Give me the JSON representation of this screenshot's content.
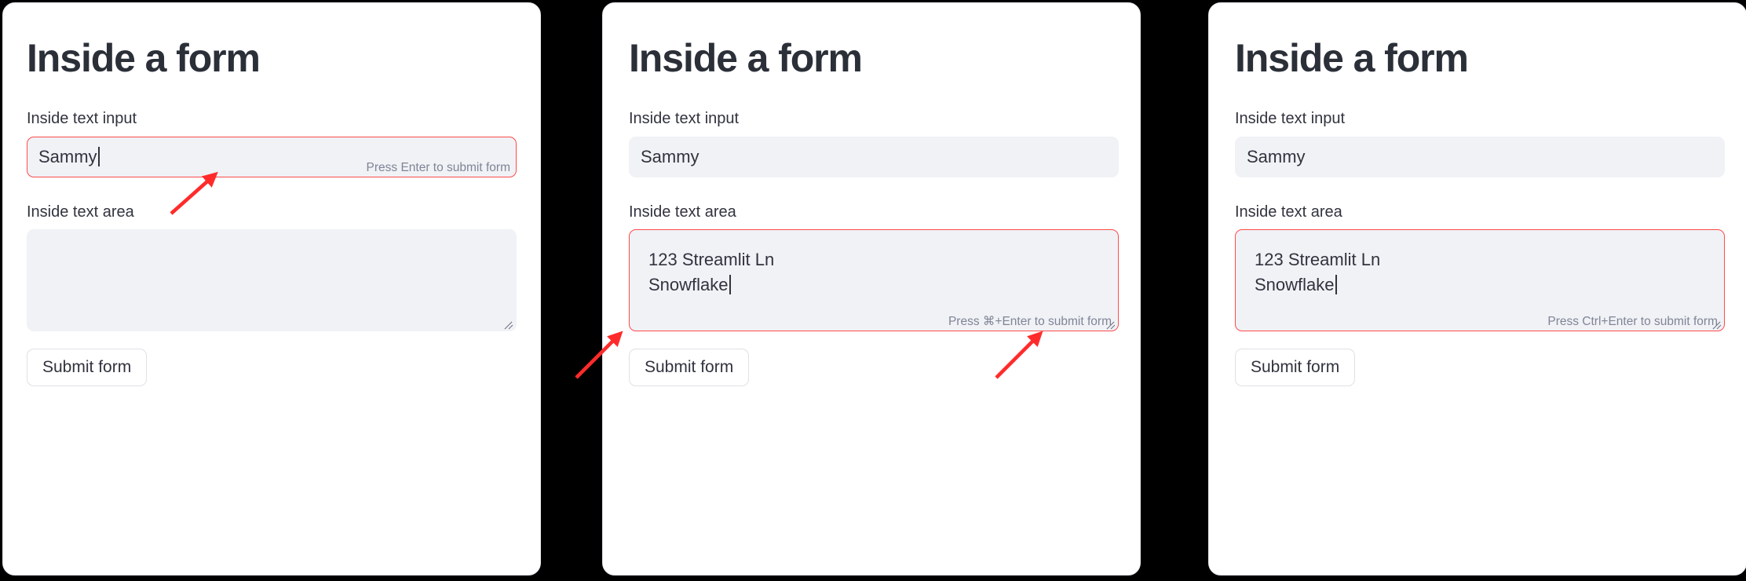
{
  "theme": {
    "background": "#000000",
    "card_background": "#ffffff",
    "widget_background": "#f0f2f6",
    "focus_accent": "#ff4b4b",
    "text_primary": "#31333e",
    "text_muted": "#808495",
    "annotation_arrow": "#ff2b2b"
  },
  "panels": [
    {
      "id": "panel-1",
      "title": "Inside a form",
      "text_input": {
        "label": "Inside text input",
        "value": "Sammy",
        "placeholder": "",
        "focused": true,
        "hint": "Press Enter to submit form",
        "show_caret": true
      },
      "text_area": {
        "label": "Inside text area",
        "value": "",
        "placeholder": "",
        "focused": false,
        "hint": "",
        "show_caret": false,
        "resize_handle": "resize-grip-icon"
      },
      "submit_button": "Submit form",
      "annotation": {
        "arrow": "arrow-up-right-icon",
        "points_to": "Press Enter to submit form"
      }
    },
    {
      "id": "panel-2",
      "title": "Inside a form",
      "text_input": {
        "label": "Inside text input",
        "value": "Sammy",
        "placeholder": "",
        "focused": false,
        "hint": "",
        "show_caret": false
      },
      "text_area": {
        "label": "Inside text area",
        "value": "123 Streamlit Ln\nSnowflake",
        "placeholder": "",
        "focused": true,
        "hint": "Press ⌘+Enter to submit form",
        "show_caret": true,
        "resize_handle": "resize-grip-icon"
      },
      "submit_button": "Submit form",
      "annotation": {
        "arrow": "arrow-up-right-icon",
        "points_to": "Press ⌘+Enter to submit form"
      }
    },
    {
      "id": "panel-3",
      "title": "Inside a form",
      "text_input": {
        "label": "Inside text input",
        "value": "Sammy",
        "placeholder": "",
        "focused": false,
        "hint": "",
        "show_caret": false
      },
      "text_area": {
        "label": "Inside text area",
        "value": "123 Streamlit Ln\nSnowflake",
        "placeholder": "",
        "focused": true,
        "hint": "Press Ctrl+Enter to submit form",
        "show_caret": true,
        "resize_handle": "resize-grip-icon"
      },
      "submit_button": "Submit form",
      "annotation": {
        "arrow": "arrow-up-right-icon",
        "points_to": "Press Ctrl+Enter to submit form"
      }
    }
  ]
}
